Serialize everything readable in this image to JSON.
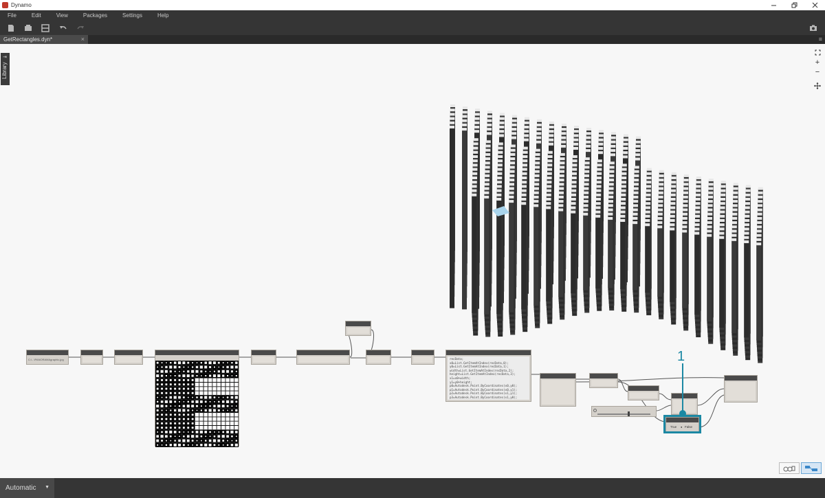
{
  "window": {
    "title": "Dynamo"
  },
  "menu": [
    "File",
    "Edit",
    "View",
    "Packages",
    "Settings",
    "Help"
  ],
  "tab": {
    "label": "GetRectangles.dyn*",
    "close": "×"
  },
  "library": {
    "label": "Library"
  },
  "file_path_text": "C:\\...\\PANORAMAgraphic.jpg",
  "code_block": {
    "lines": [
      "recData;",
      "x0=List.GetItemAtIndex(recData,0);",
      "y0=List.GetItemAtIndex(recData,1);",
      "width=List.GetItemAtIndex(recData,2);",
      "height=List.GetItemAtIndex(recData,3);",
      "x1=x0+width;",
      "y1=y0+height;",
      "p0=Autodesk.Point.ByCoordinates(x0,y0);",
      "p1=Autodesk.Point.ByCoordinates(x0,y1);",
      "p2=Autodesk.Point.ByCoordinates(x1,y1);",
      "p3=Autodesk.Point.ByCoordinates(x1,y0);"
    ]
  },
  "boolean_node": {
    "true_label": "True",
    "false_label": "False",
    "selected": "True"
  },
  "slider": {
    "value_fraction": 0.58
  },
  "callout": {
    "label": "1"
  },
  "run_mode": {
    "label": "Automatic"
  },
  "colors": {
    "accent": "#1b88a3",
    "chrome": "#353535",
    "canvas": "#f7f7f7",
    "node": "#d4d0ca"
  },
  "icons": [
    "new-file-icon",
    "open-icon",
    "save-icon",
    "undo-icon",
    "redo-icon",
    "camera-icon",
    "zoom-fit-icon",
    "zoom-in-icon",
    "zoom-out-icon",
    "pan-icon",
    "graph-view-icon",
    "geometry-view-icon"
  ]
}
